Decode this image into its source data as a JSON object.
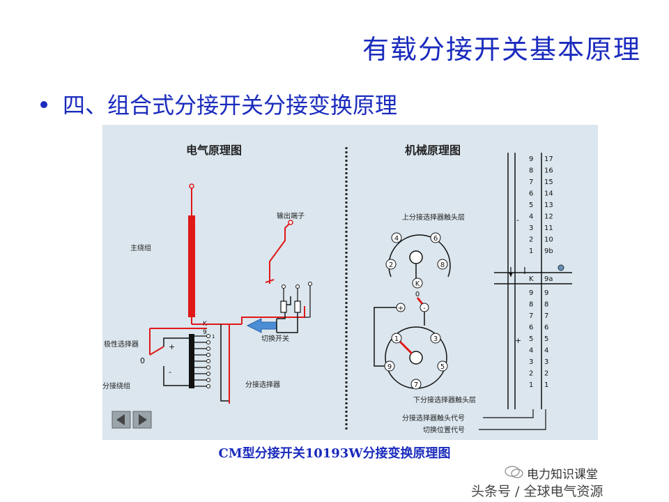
{
  "slide": {
    "title": "有载分接开关基本原理",
    "bullet": "四、组合式分接开关分接变换原理",
    "caption": "CM型分接开关10193W分接变换原理图"
  },
  "diagram": {
    "electrical": {
      "heading": "电气原理图",
      "main_winding": "主绕组",
      "output_terminal": "输出端子",
      "polarity_selector": "极性选择器",
      "polarity_zero": "0",
      "polarity_plus": "+",
      "polarity_minus": "-",
      "tap_winding": "分接绕组",
      "diverter_switch": "切换开关",
      "tap_selector": "分接选择器",
      "k_label": "K",
      "nine_label": "9"
    },
    "mechanical": {
      "heading": "机械原理图",
      "upper_layer": "上分接选择器触头层",
      "lower_layer": "下分接选择器触头层",
      "upper_contacts": [
        "4",
        "6",
        "2",
        "8",
        "K",
        "0"
      ],
      "lower_contacts": [
        "1",
        "3",
        "9",
        "5",
        "7"
      ],
      "plus": "+",
      "minus": "-"
    },
    "table": {
      "minus_sign": "-",
      "plus_sign": "+",
      "rows": [
        [
          "9",
          "17"
        ],
        [
          "8",
          "16"
        ],
        [
          "7",
          "15"
        ],
        [
          "6",
          "14"
        ],
        [
          "5",
          "13"
        ],
        [
          "4",
          "12"
        ],
        [
          "3",
          "11"
        ],
        [
          "2",
          "10"
        ],
        [
          "1",
          "9b"
        ],
        [
          "K",
          "9a"
        ],
        [
          "9",
          "9"
        ],
        [
          "8",
          "8"
        ],
        [
          "7",
          "7"
        ],
        [
          "6",
          "6"
        ],
        [
          "5",
          "5"
        ],
        [
          "4",
          "4"
        ],
        [
          "3",
          "3"
        ],
        [
          "2",
          "2"
        ],
        [
          "1",
          "1"
        ]
      ],
      "label_contact_code": "分接选择器触头代号",
      "label_position_code": "切换位置代号"
    }
  },
  "watermark": {
    "line1": "电力知识课堂",
    "line2": "头条号 / 全球电气资源"
  },
  "colors": {
    "title": "#1a2bbd",
    "panel_bg": "#dbe6ee",
    "red_wire": "#e01818",
    "black_wire": "#111111",
    "arrow_blue": "#4a8fd6"
  }
}
